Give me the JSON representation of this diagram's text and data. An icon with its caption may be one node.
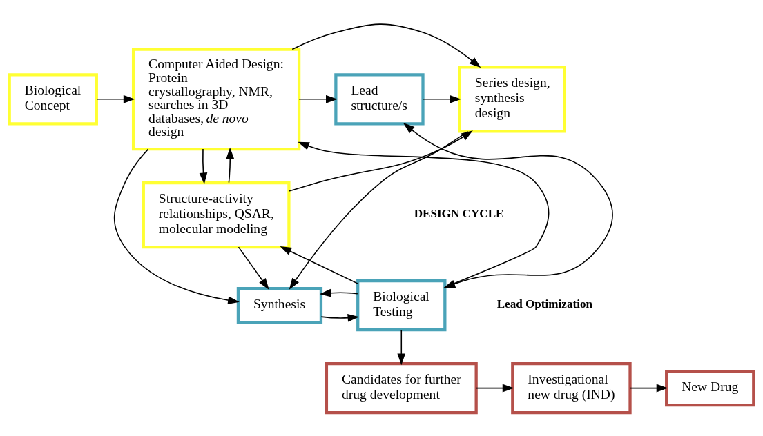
{
  "diagram": {
    "nodes": [
      {
        "text": [
          "Biological Concept"
        ]
      },
      {
        "text": [
          "Computer Aided Design: Protein crystallography, NMR, searches in 3D databases, *de novo* design"
        ]
      },
      {
        "text": [
          "Series design, synthesis design"
        ]
      },
      {
        "text": [
          "Lead structure/s"
        ]
      },
      {
        "text": [
          "Structure-activity relationships, QSAR, molecular modeling"
        ]
      },
      {
        "text": [
          "Synthesis"
        ]
      },
      {
        "text": [
          "Biological Testing"
        ]
      },
      {
        "text": [
          "New Drug"
        ]
      },
      {
        "text": [
          "Investigational new drug (IND)"
        ]
      },
      {
        "text": [
          "Candidates for further drug development"
        ]
      }
    ],
    "edges": [
      {
        "from": 0,
        "to": 1,
        "arrow": "to"
      },
      {
        "from": 1,
        "to": 2,
        "arrow": "to"
      },
      {
        "from": 3,
        "to": 2,
        "arrow": "to"
      },
      {
        "from": 4,
        "to": 2,
        "arrow": "to"
      },
      {
        "from": 1,
        "to": 4,
        "arrow": "to"
      },
      {
        "from": 4,
        "to": 1,
        "arrow": "to"
      },
      {
        "from": 1,
        "to": 5,
        "arrow": "to"
      },
      {
        "from": 4,
        "to": 5,
        "arrow": "to"
      },
      {
        "from": 2,
        "to": 5,
        "arrow": "to"
      },
      {
        "from": 1,
        "to": 3,
        "arrow": "to"
      },
      {
        "from": 5,
        "to": 6,
        "arrow": "to"
      },
      {
        "from": 6,
        "to": 5,
        "arrow": "to"
      },
      {
        "from": 6,
        "to": 4,
        "arrow": "to"
      },
      {
        "from": 6,
        "to": 3,
        "arrow": "both"
      },
      {
        "from": 6,
        "to": 1,
        "arrow": "to"
      },
      {
        "from": 6,
        "to": 9,
        "arrow": "to"
      },
      {
        "from": 9,
        "to": 8,
        "arrow": "to"
      },
      {
        "from": 8,
        "to": 7,
        "arrow": "to"
      }
    ],
    "labels": [
      "DESIGN CYCLE",
      "Lead Optimization"
    ]
  }
}
